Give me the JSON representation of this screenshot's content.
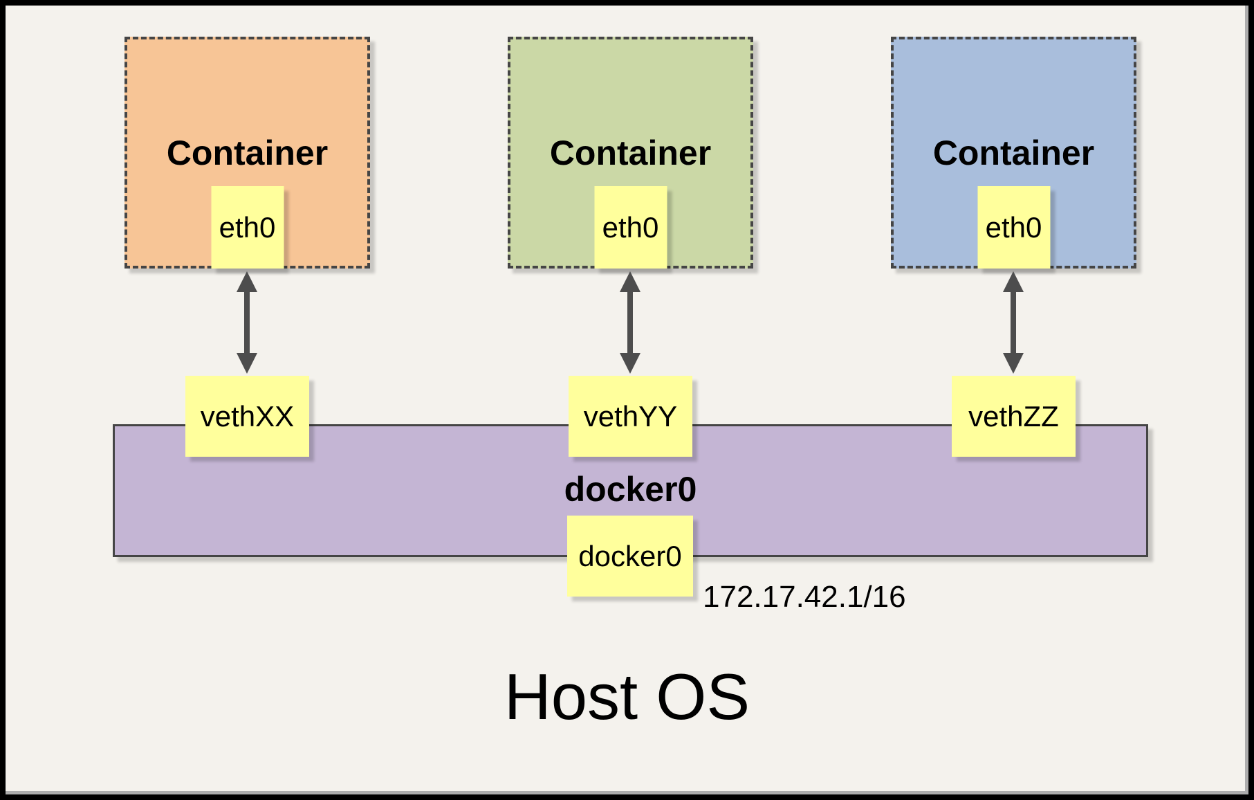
{
  "canvas": {
    "background": "#F4F2ED",
    "frame_color": "#000000",
    "frame_inner_edge": "#ADADAD"
  },
  "containers": [
    {
      "title": "Container",
      "eth_label": "eth0",
      "veth_label": "vethXX",
      "fill": "#F7C596"
    },
    {
      "title": "Container",
      "eth_label": "eth0",
      "veth_label": "vethYY",
      "fill": "#CBD8A6"
    },
    {
      "title": "Container",
      "eth_label": "eth0",
      "veth_label": "vethZZ",
      "fill": "#A9BEDC"
    }
  ],
  "bridge": {
    "label": "docker0",
    "interface_label": "docker0",
    "ip_address": "172.17.42.1/16",
    "fill": "#C4B5D4"
  },
  "host": {
    "label": "Host OS"
  },
  "colors": {
    "note_yellow": "#FFFF9C",
    "arrow_gray": "#4D4D4D",
    "dash_border": "#454545"
  }
}
